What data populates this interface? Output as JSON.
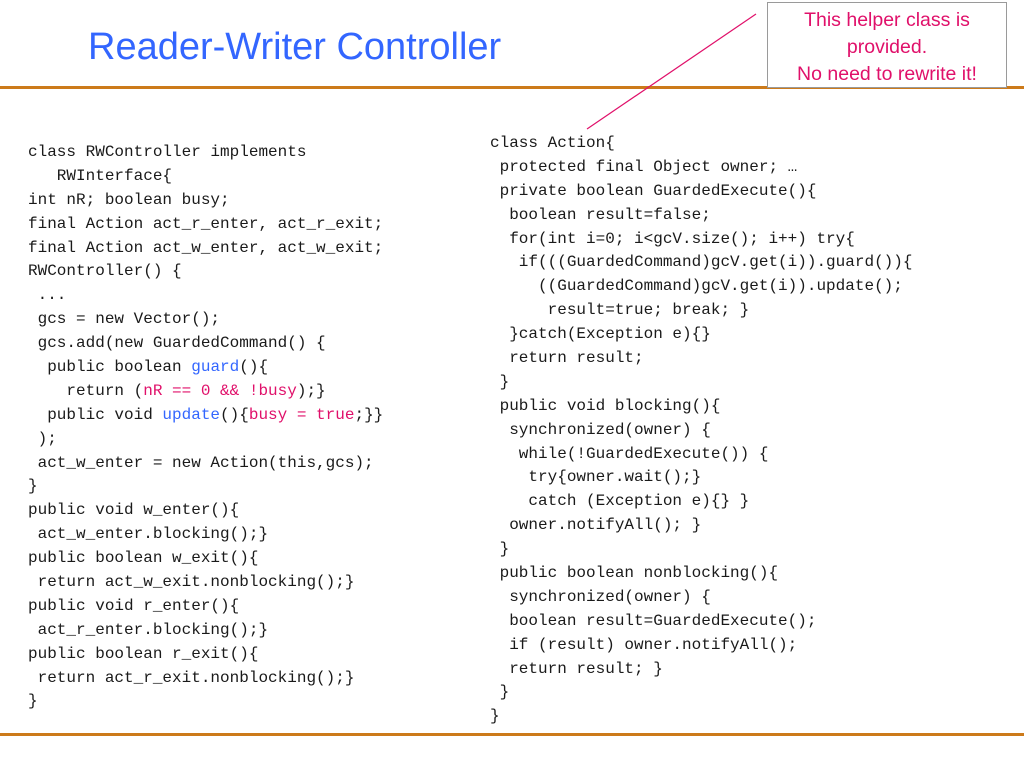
{
  "slide": {
    "title": "Reader-Writer Controller",
    "callout": {
      "lines": [
        "This helper class is",
        "provided.",
        "No need to rewrite it!"
      ]
    },
    "colors": {
      "title": "#3366ff",
      "rule": "#cc7a1a",
      "callout_text": "#e0106a",
      "code_highlight_blue": "#3366ff",
      "code_highlight_pink": "#e0106a"
    }
  },
  "left_code": {
    "lines": [
      "class RWController implements",
      "   RWInterface{",
      "int nR; boolean busy;",
      "final Action act_r_enter, act_r_exit;",
      "final Action act_w_enter, act_w_exit;",
      "RWController() {",
      " ...",
      " gcs = new Vector();",
      " gcs.add(new GuardedCommand() {",
      "  public boolean ",
      "    return (",
      "  public void ",
      " );",
      " act_w_enter = new Action(this,gcs);",
      "}",
      "public void w_enter(){",
      " act_w_enter.blocking();}",
      "public boolean w_exit(){",
      " return act_w_exit.nonblocking();}",
      "public void r_enter(){",
      " act_r_enter.blocking();}",
      "public boolean r_exit(){",
      " return act_r_exit.nonblocking();}",
      "}"
    ],
    "guard_line": {
      "method": "guard",
      "tail": "(){"
    },
    "return_line": {
      "expr": "nR == 0 && !busy",
      "tail": ");}"
    },
    "update_line": {
      "method": "update",
      "mid": "(){",
      "body": "busy = true",
      "tail": ";}}"
    }
  },
  "right_code": {
    "lines": [
      "class Action{",
      " protected final Object owner; …",
      " private boolean GuardedExecute(){",
      "  boolean result=false;",
      "  for(int i=0; i<gcV.size(); i++) try{",
      "   if(((GuardedCommand)gcV.get(i)).guard()){",
      "     ((GuardedCommand)gcV.get(i)).update();",
      "      result=true; break; }",
      "  }catch(Exception e){}",
      "  return result;",
      " }",
      " public void blocking(){",
      "  synchronized(owner) {",
      "   while(!GuardedExecute()) {",
      "    try{owner.wait();}",
      "    catch (Exception e){} }",
      "  owner.notifyAll(); }",
      " }",
      " public boolean nonblocking(){",
      "  synchronized(owner) {",
      "  boolean result=GuardedExecute();",
      "  if (result) owner.notifyAll();",
      "  return result; }",
      " }",
      "}"
    ]
  }
}
